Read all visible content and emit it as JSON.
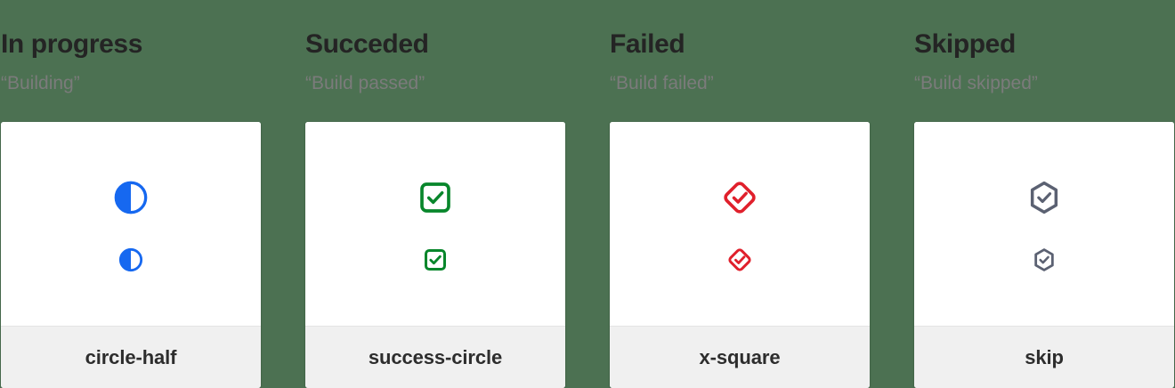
{
  "page": {
    "background_color": "#4c7152",
    "card_background": "#ffffff",
    "footer_background": "#f0f0f0",
    "title_color": "#242424",
    "subtitle_color": "#7b7b7b",
    "label_color": "#2d2d2d"
  },
  "columns": [
    {
      "title": "In progress",
      "subtitle": "“Building”",
      "icon_name": "circle-half",
      "icon_label": "circle-half",
      "icon_color": "#1668f0",
      "large_size": 40,
      "small_size": 28
    },
    {
      "title": "Succeded",
      "subtitle": "“Build passed”",
      "icon_name": "success-circle",
      "icon_label": "success-circle",
      "icon_color": "#08862b",
      "large_size": 40,
      "small_size": 28
    },
    {
      "title": "Failed",
      "subtitle": "“Build failed”",
      "icon_name": "x-square",
      "icon_label": "x-square",
      "icon_color": "#e0202c",
      "large_size": 40,
      "small_size": 28
    },
    {
      "title": "Skipped",
      "subtitle": "“Build skipped”",
      "icon_name": "skip",
      "icon_label": "skip",
      "icon_color": "#5b6172",
      "large_size": 40,
      "small_size": 28
    }
  ]
}
